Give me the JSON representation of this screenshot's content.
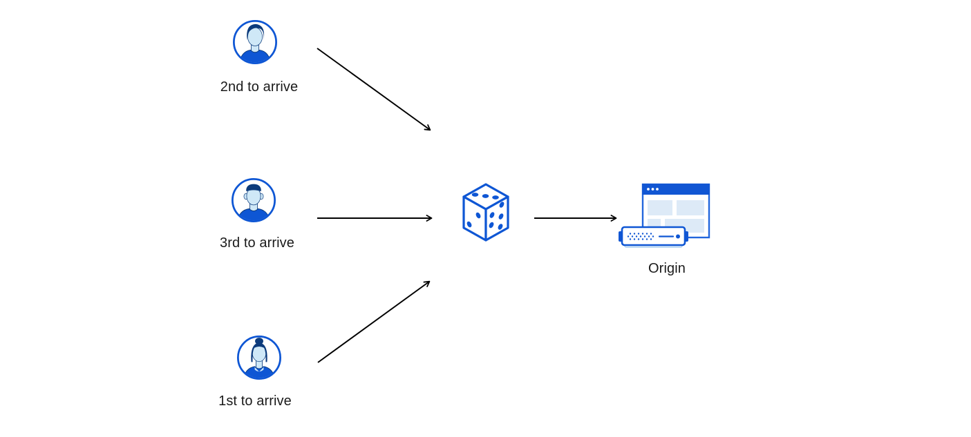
{
  "diagram": {
    "clients": [
      {
        "label": "2nd to arrive",
        "icon": "person-avatar-swoop-hair"
      },
      {
        "label": "3rd to arrive",
        "icon": "person-avatar-short-hair"
      },
      {
        "label": "1st to arrive",
        "icon": "person-avatar-hair-bun"
      }
    ],
    "center": {
      "icon": "dice"
    },
    "origin": {
      "label": "Origin",
      "icon": "browser-window-and-server"
    },
    "arrows": [
      {
        "name": "client-2nd-to-dice",
        "direction": "down-right"
      },
      {
        "name": "client-3rd-to-dice",
        "direction": "right"
      },
      {
        "name": "client-1st-to-dice",
        "direction": "up-right"
      },
      {
        "name": "dice-to-origin",
        "direction": "right"
      }
    ],
    "colors": {
      "primary_blue": "#0e56d4",
      "dark_navy": "#0c3b7c",
      "skin_light_blue": "#cfe8f7",
      "pale_block_blue": "#ddeaf7",
      "arrow_black": "#000000",
      "text_black": "#1a1a1a",
      "white": "#ffffff"
    }
  }
}
